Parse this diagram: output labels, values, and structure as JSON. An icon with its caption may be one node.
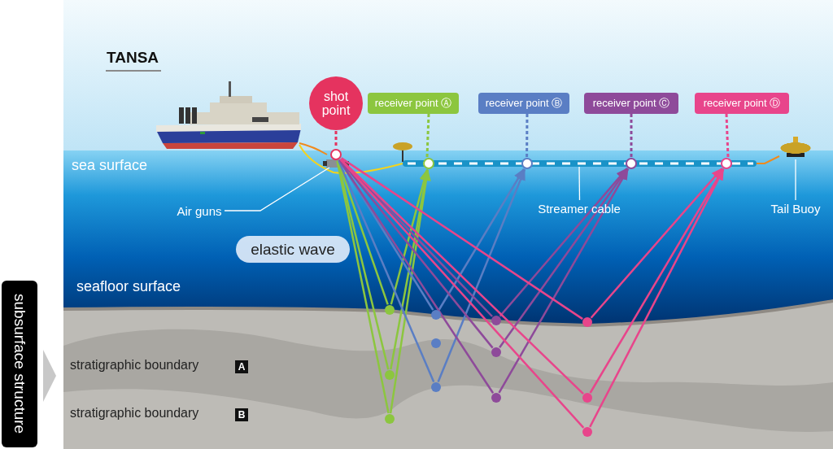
{
  "diagram": {
    "nodes": [
      {
        "text": [
          "shot point"
        ]
      },
      {
        "text": [
          "receiver point Ⓐ"
        ]
      },
      {
        "text": [
          "receiver point Ⓑ"
        ]
      },
      {
        "text": [
          "receiver point Ⓒ"
        ]
      },
      {
        "text": [
          "receiver point Ⓓ"
        ]
      },
      {
        "text": [],
        "shape": "circle"
      },
      {
        "text": [],
        "shape": "circle"
      },
      {
        "text": [],
        "shape": "circle"
      },
      {
        "text": [],
        "shape": "circle"
      },
      {
        "text": [],
        "shape": "circle"
      },
      {
        "text": [
          "elastic wave"
        ]
      },
      {
        "text": [
          "subsurface structure"
        ]
      },
      {
        "text": [],
        "shape": "circle"
      },
      {
        "text": [],
        "shape": "circle"
      },
      {
        "text": [],
        "shape": "circle"
      },
      {
        "text": [],
        "shape": "circle"
      },
      {
        "text": [],
        "shape": "circle"
      },
      {
        "text": [],
        "shape": "circle"
      },
      {
        "text": [],
        "shape": "circle"
      },
      {
        "text": [],
        "shape": "circle"
      },
      {
        "text": [],
        "shape": "circle"
      },
      {
        "text": [],
        "shape": "circle"
      },
      {
        "text": [],
        "shape": "circle"
      },
      {
        "text": [],
        "shape": "circle"
      },
      {
        "text": [
          "Air guns"
        ]
      },
      {
        "text": [
          "Streamer cable"
        ]
      },
      {
        "text": [],
        "shape": "bar"
      },
      {
        "text": [
          "Tail Buoy"
        ]
      },
      {
        "text": [],
        "shape": "picture"
      },
      {
        "text": [],
        "shape": "picture"
      }
    ],
    "edges": [
      {
        "from": 0,
        "to": 5,
        "arrow": "none",
        "style": "dashed",
        "color": "#e5335f"
      },
      {
        "from": 1,
        "to": 6,
        "arrow": "none",
        "style": "dashed",
        "color": "#8cc63f"
      },
      {
        "from": 2,
        "to": 7,
        "arrow": "none",
        "style": "dashed",
        "color": "#5a7ec4"
      },
      {
        "from": 3,
        "to": 8,
        "arrow": "none",
        "style": "dashed",
        "color": "#8e4a9a"
      },
      {
        "from": 4,
        "to": 9,
        "arrow": "none",
        "style": "dashed",
        "color": "#e8458b"
      },
      {
        "from": 5,
        "to": 12,
        "arrow": "none",
        "color": "#8cc63f"
      },
      {
        "from": 12,
        "to": 6,
        "arrow": "to",
        "color": "#8cc63f"
      },
      {
        "from": 5,
        "to": 13,
        "arrow": "none",
        "color": "#8cc63f"
      },
      {
        "from": 13,
        "to": 6,
        "arrow": "to",
        "color": "#8cc63f"
      },
      {
        "from": 5,
        "to": 14,
        "arrow": "none",
        "color": "#8cc63f"
      },
      {
        "from": 14,
        "to": 6,
        "arrow": "to",
        "color": "#8cc63f"
      },
      {
        "from": 5,
        "to": 15,
        "arrow": "none",
        "color": "#5a7ec4"
      },
      {
        "from": 15,
        "to": 7,
        "arrow": "to",
        "color": "#5a7ec4"
      },
      {
        "from": 5,
        "to": 17,
        "arrow": "none",
        "color": "#5a7ec4"
      },
      {
        "from": 17,
        "to": 7,
        "arrow": "to",
        "color": "#5a7ec4"
      },
      {
        "from": 5,
        "to": 18,
        "arrow": "none",
        "color": "#8e4a9a"
      },
      {
        "from": 18,
        "to": 8,
        "arrow": "to",
        "color": "#8e4a9a"
      },
      {
        "from": 5,
        "to": 19,
        "arrow": "none",
        "color": "#8e4a9a"
      },
      {
        "from": 19,
        "to": 8,
        "arrow": "to",
        "color": "#8e4a9a"
      },
      {
        "from": 5,
        "to": 20,
        "arrow": "none",
        "color": "#8e4a9a"
      },
      {
        "from": 20,
        "to": 8,
        "arrow": "to",
        "color": "#8e4a9a"
      },
      {
        "from": 5,
        "to": 21,
        "arrow": "none",
        "color": "#e8458b"
      },
      {
        "from": 21,
        "to": 9,
        "arrow": "to",
        "color": "#e8458b"
      },
      {
        "from": 5,
        "to": 22,
        "arrow": "none",
        "color": "#e8458b"
      },
      {
        "from": 22,
        "to": 9,
        "arrow": "to",
        "color": "#e8458b"
      },
      {
        "from": 5,
        "to": 23,
        "arrow": "none",
        "color": "#e8458b"
      },
      {
        "from": 23,
        "to": 9,
        "arrow": "to",
        "color": "#e8458b"
      },
      {
        "from": 24,
        "to": 29,
        "arrow": "none",
        "color": "#ffffff"
      },
      {
        "from": 25,
        "to": 26,
        "arrow": "none",
        "color": "#ffffff"
      },
      {
        "from": 27,
        "to": 28,
        "arrow": "none",
        "color": "#ffffff"
      },
      {
        "from": 26,
        "to": 28,
        "arrow": "none",
        "color": "#f08a1c"
      }
    ],
    "labels": [
      "TANSA",
      "sea surface",
      "seafloor surface",
      "stratigraphic boundary",
      "A",
      "stratigraphic boundary",
      "B"
    ]
  }
}
